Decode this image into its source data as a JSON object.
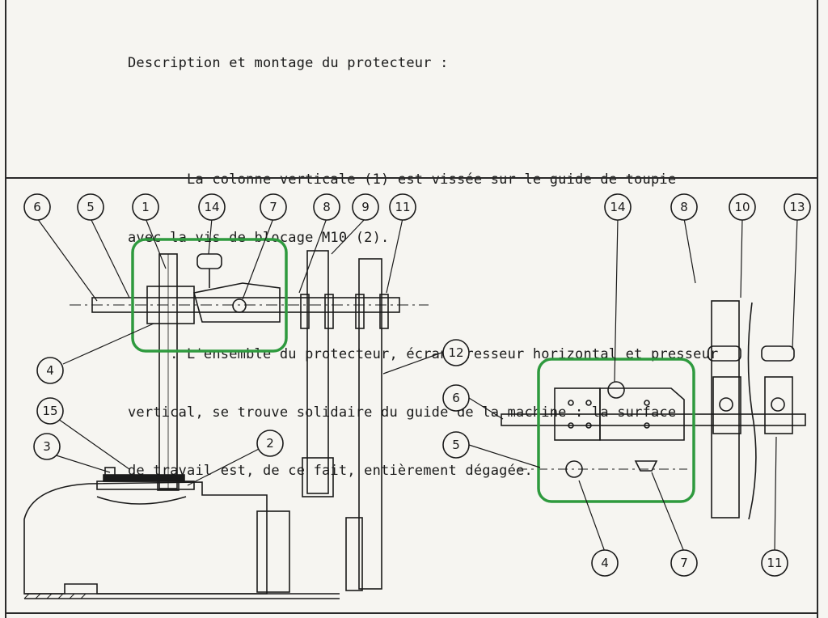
{
  "document": {
    "heading": "Description et montage du protecteur :",
    "paragraph1": [
      "       La colonne verticale (1) est vissée sur le guide de toupie",
      "avec la vis de blocage M10 (2)."
    ],
    "paragraph2": [
      "     . L'ensemble du protecteur, écran presseur horizontal et presseur",
      "vertical, se trouve solidaire du guide de la machine : la surface",
      "de travail est, de ce fait, entièrement dégagée."
    ]
  },
  "figure": {
    "left_view": {
      "callouts": [
        "6",
        "5",
        "1",
        "14",
        "7",
        "8",
        "9",
        "11",
        "4",
        "12",
        "15",
        "3",
        "2"
      ]
    },
    "right_view": {
      "callouts": [
        "14",
        "8",
        "10",
        "13",
        "6",
        "5",
        "4",
        "7",
        "11"
      ]
    },
    "highlight_color": "#2e9a3e"
  }
}
